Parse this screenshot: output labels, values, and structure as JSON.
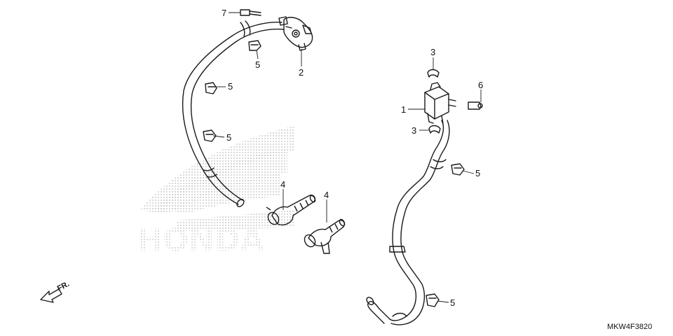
{
  "diagram": {
    "diagram_code": "MKW4F3820",
    "front_marker": "FR.",
    "watermark_text": "HONDA",
    "callouts": [
      {
        "id": "c7",
        "label": "7"
      },
      {
        "id": "c2",
        "label": "2"
      },
      {
        "id": "c5a",
        "label": "5"
      },
      {
        "id": "c5b",
        "label": "5"
      },
      {
        "id": "c5c",
        "label": "5"
      },
      {
        "id": "c4a",
        "label": "4"
      },
      {
        "id": "c4b",
        "label": "4"
      },
      {
        "id": "c3a",
        "label": "3"
      },
      {
        "id": "c6",
        "label": "6"
      },
      {
        "id": "c1",
        "label": "1"
      },
      {
        "id": "c3b",
        "label": "3"
      },
      {
        "id": "c5d",
        "label": "5"
      },
      {
        "id": "c5e",
        "label": "5"
      }
    ]
  },
  "colors": {
    "line": "#1a1a1a",
    "watermark": "#c8c8c8",
    "background": "#ffffff"
  }
}
